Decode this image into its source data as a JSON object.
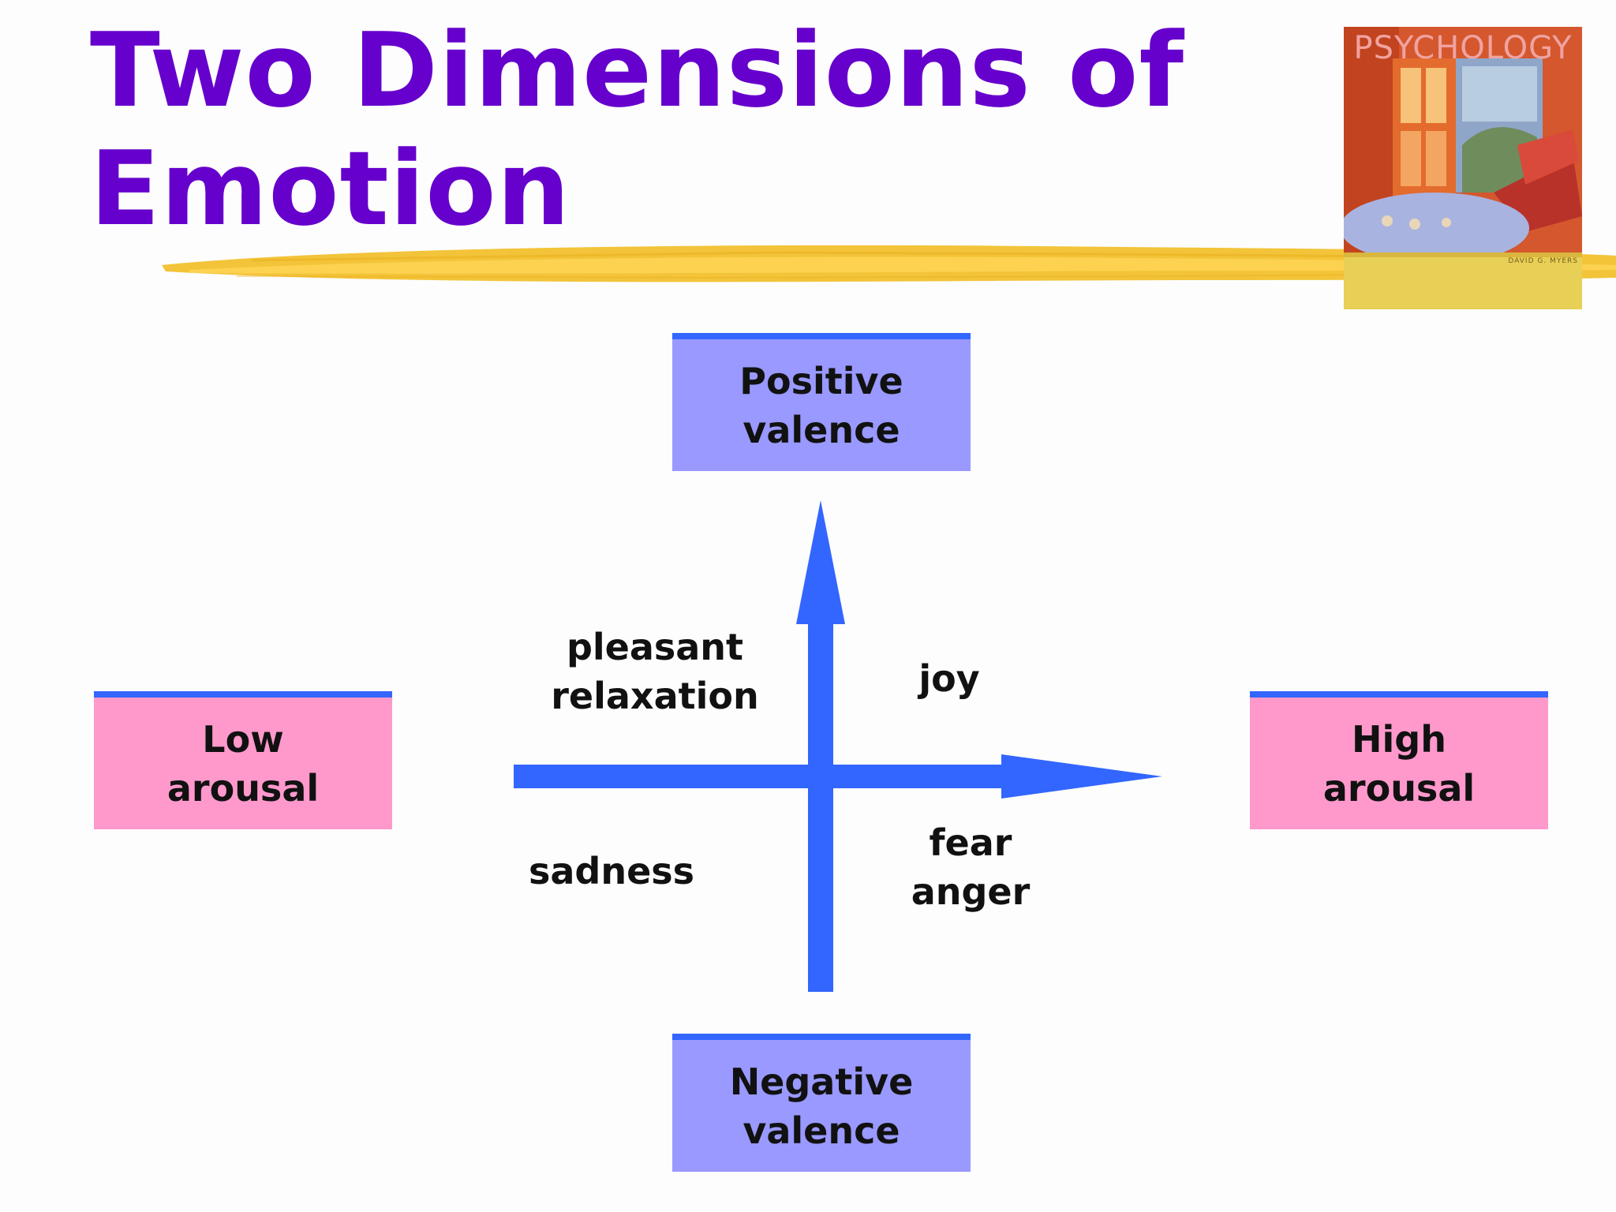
{
  "title": {
    "line1": "Two Dimensions of",
    "line2": "Emotion"
  },
  "book_cover": {
    "title": "PSYCHOLOGY",
    "author": "DAVID G. MYERS"
  },
  "colors": {
    "title": "#6600cc",
    "axis_arrow": "#3366ff",
    "valence_box": "#9999ff",
    "arousal_box": "#ff99cc",
    "box_top_border": "#3366ff",
    "highlight_stroke": "#f2c12e"
  },
  "axes": {
    "vertical": {
      "top_label": {
        "line1": "Positive",
        "line2": "valence"
      },
      "bottom_label": {
        "line1": "Negative",
        "line2": "valence"
      }
    },
    "horizontal": {
      "left_label": {
        "line1": "Low",
        "line2": "arousal"
      },
      "right_label": {
        "line1": "High",
        "line2": "arousal"
      }
    }
  },
  "quadrants": {
    "top_left": {
      "line1": "pleasant",
      "line2": "relaxation"
    },
    "top_right": {
      "line1": "joy"
    },
    "bottom_left": {
      "line1": "sadness"
    },
    "bottom_right": {
      "line1": "fear",
      "line2": "anger"
    }
  }
}
